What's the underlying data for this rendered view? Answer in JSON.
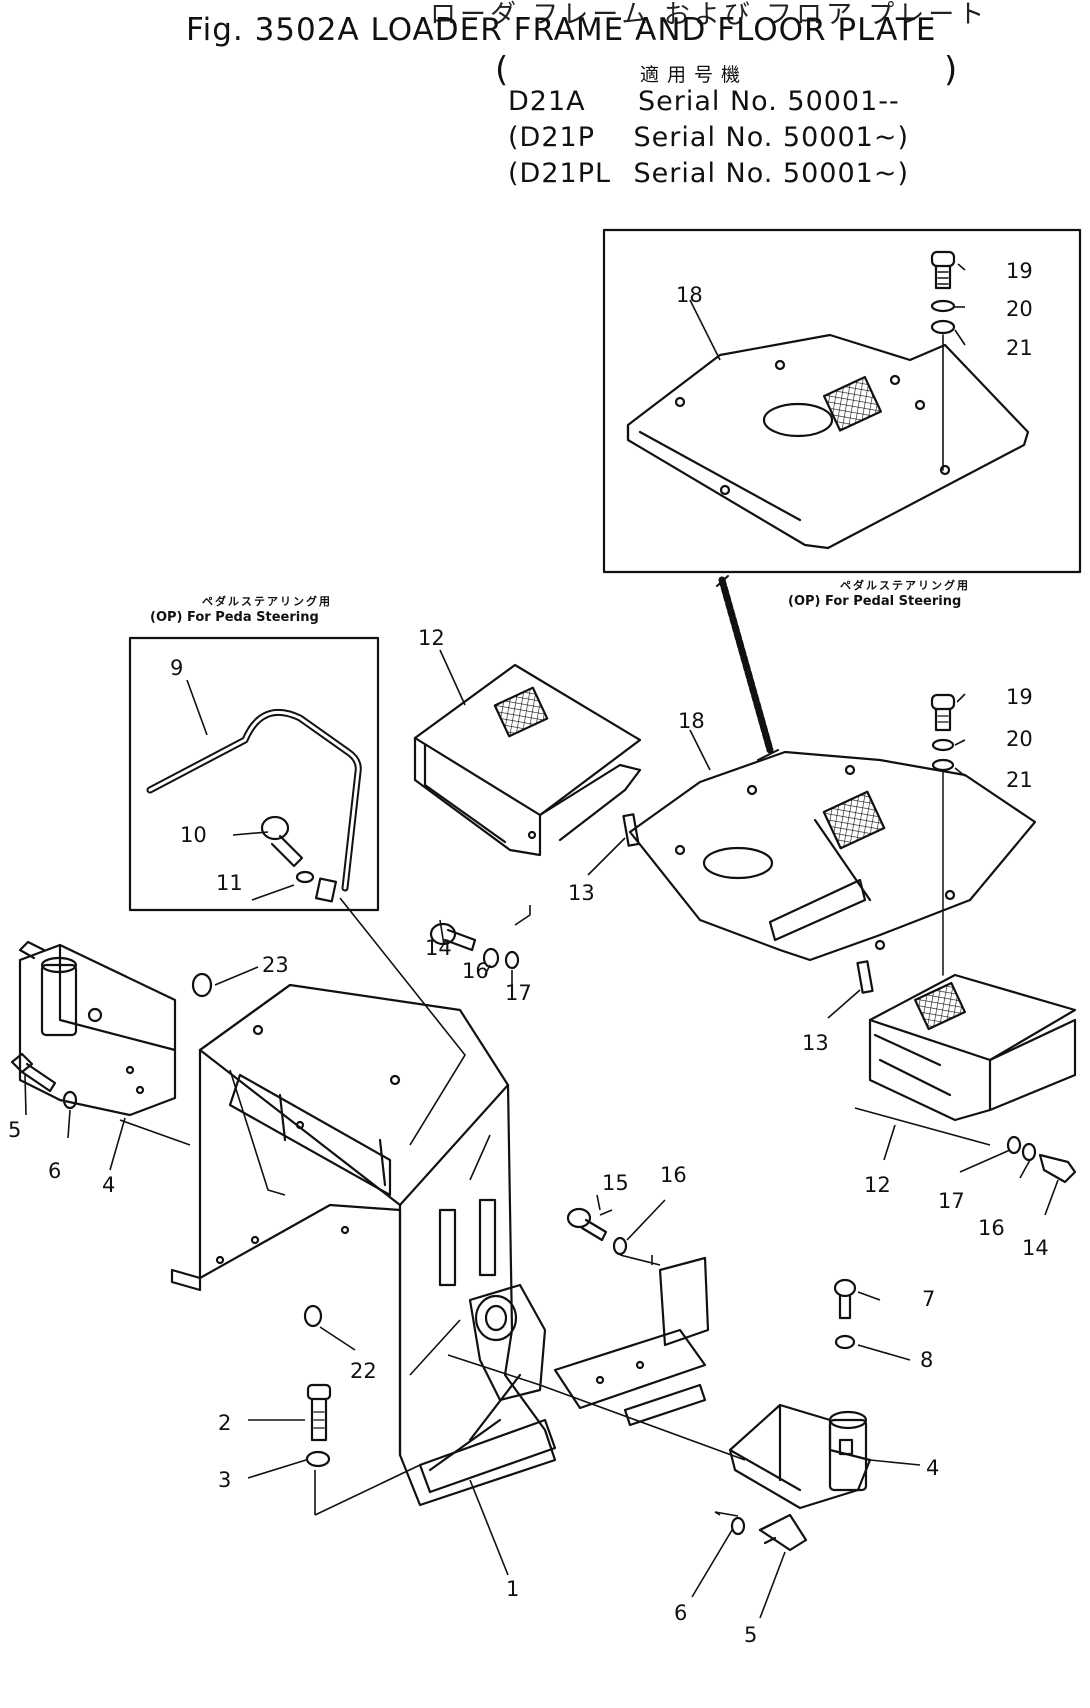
{
  "header": {
    "japanese_title": "ローダ フレーム および フロア プレート",
    "title": "Fig. 3502A LOADER FRAME AND FLOOR PLATE",
    "applicable_label": "適用号機",
    "serials": [
      {
        "model": "D21A",
        "serial": "Serial No. 50001--"
      },
      {
        "model": "D21P",
        "serial": "Serial No. 50001~"
      },
      {
        "model": "D21PL",
        "serial": "Serial No. 50001~"
      }
    ]
  },
  "notes": {
    "left": {
      "japanese": "ペダルステアリング用",
      "text": "(OP)  For Peda  Steering"
    },
    "right": {
      "japanese": "ペダルステアリング用",
      "text": "(OP)  For Pedal Steering"
    }
  },
  "callouts": [
    "1",
    "2",
    "3",
    "4",
    "4",
    "5",
    "5",
    "6",
    "6",
    "7",
    "8",
    "9",
    "10",
    "11",
    "12",
    "12",
    "13",
    "13",
    "14",
    "14",
    "15",
    "16",
    "16",
    "17",
    "17",
    "18",
    "18",
    "19",
    "19",
    "20",
    "20",
    "21",
    "21",
    "22",
    "23"
  ]
}
